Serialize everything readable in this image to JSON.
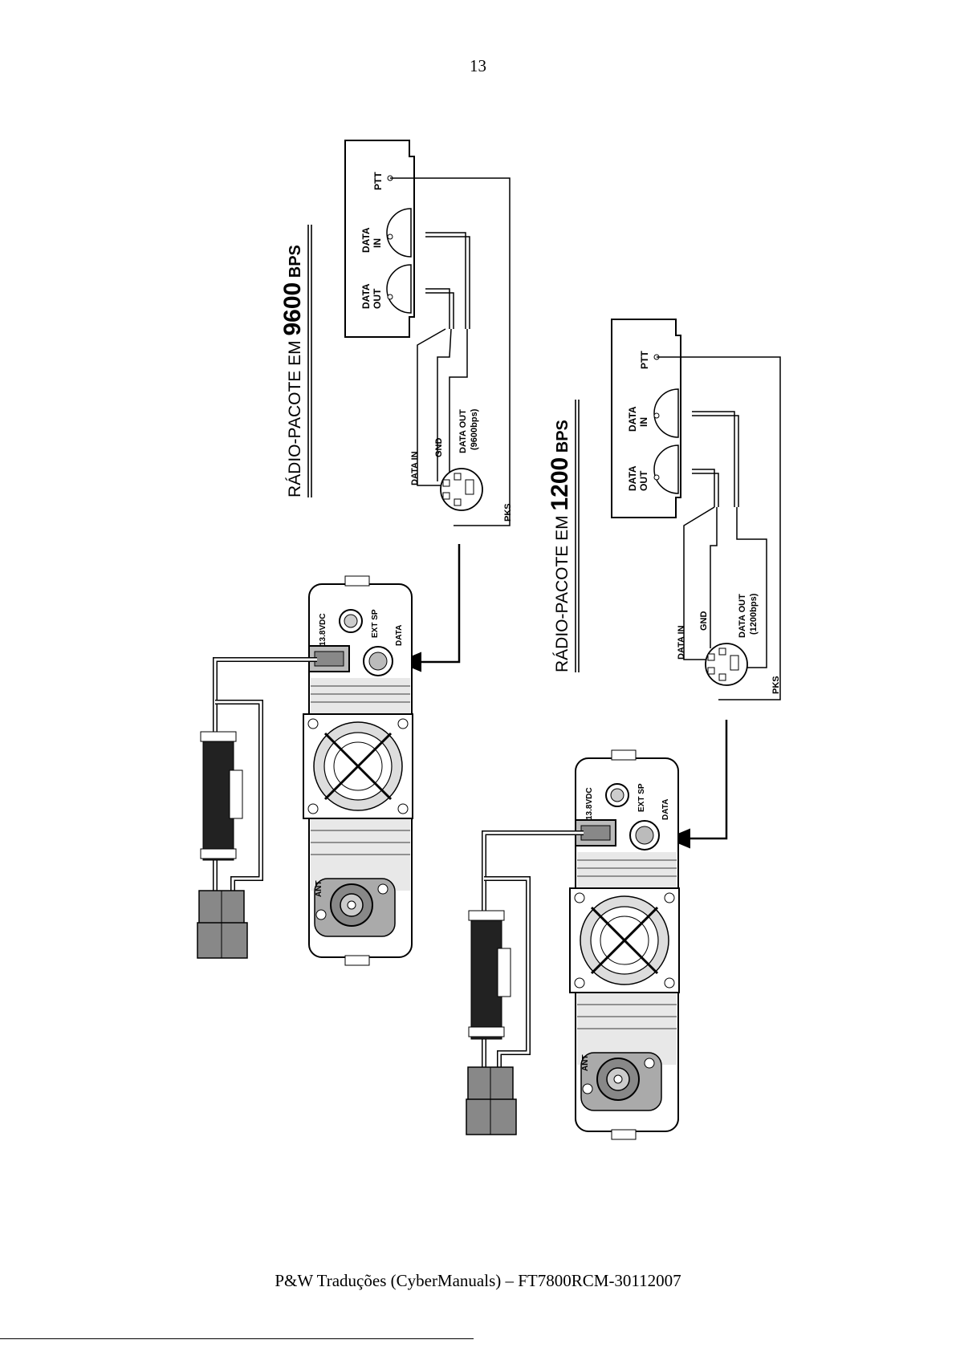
{
  "page": {
    "number": "13",
    "footer": "P&W Traduções (CyberManuals) – FT7800RCM-30112007"
  },
  "diagram_9600": {
    "title_prefix": "RÁDIO-PACOTE EM ",
    "title_number": "9600",
    "title_suffix": " BPS",
    "tnc": {
      "data_out": [
        "DATA",
        "OUT"
      ],
      "data_in": [
        "DATA",
        "IN"
      ],
      "ptt": "PTT"
    },
    "connector": {
      "data_in": "DATA IN",
      "gnd": "GND",
      "data_out": [
        "DATA OUT",
        "(9600bps)"
      ],
      "pks": "PKS"
    },
    "radio": {
      "power": "13.8VDC",
      "ext_sp": "EXT SP",
      "data": "DATA",
      "ant": "ANT"
    }
  },
  "diagram_1200": {
    "title_prefix": "RÁDIO-PACOTE EM ",
    "title_number": "1200",
    "title_suffix": " BPS",
    "tnc": {
      "data_out": [
        "DATA",
        "OUT"
      ],
      "data_in": [
        "DATA",
        "IN"
      ],
      "ptt": "PTT"
    },
    "connector": {
      "data_in": "DATA IN",
      "gnd": "GND",
      "data_out": [
        "DATA OUT",
        "(1200bps)"
      ],
      "pks": "PKS"
    },
    "radio": {
      "power": "13.8VDC",
      "ext_sp": "EXT SP",
      "data": "DATA",
      "ant": "ANT"
    }
  }
}
